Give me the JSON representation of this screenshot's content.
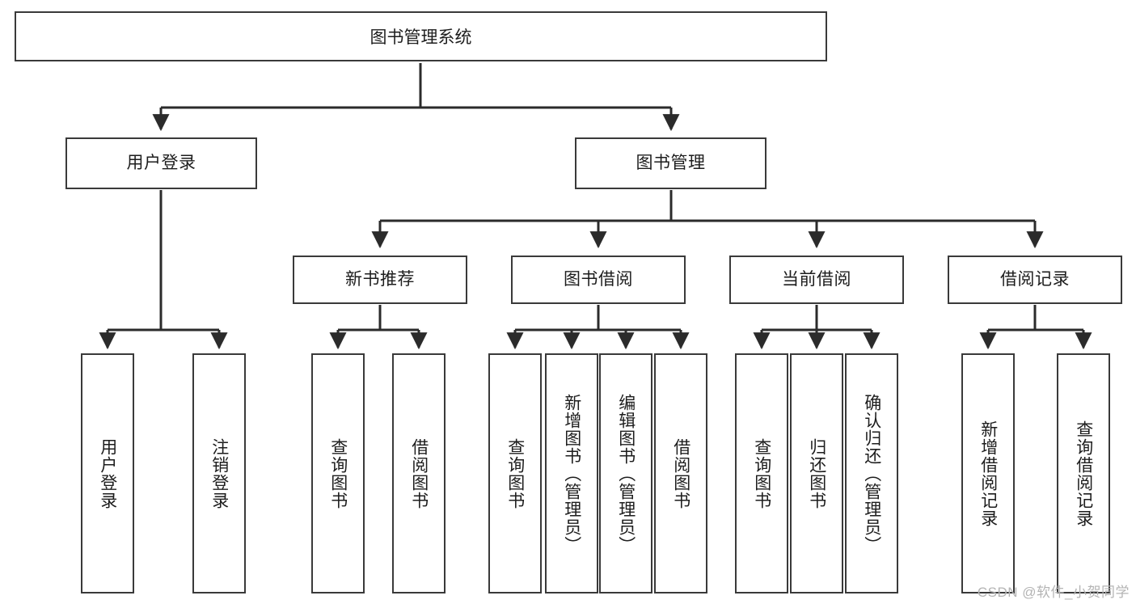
{
  "diagram": {
    "title": "图书管理系统",
    "type": "tree",
    "colors": {
      "box_border": "#3a3a3a",
      "box_fill": "#ffffff",
      "edge": "#2b2b2b",
      "text": "#1d1d1d",
      "watermark": "#b4b4b4",
      "background": "#ffffff"
    },
    "nodes": {
      "root": {
        "label": "图书管理系统"
      },
      "level2": [
        {
          "label": "用户登录"
        },
        {
          "label": "图书管理"
        }
      ],
      "level3": [
        {
          "label": "新书推荐"
        },
        {
          "label": "图书借阅"
        },
        {
          "label": "当前借阅"
        },
        {
          "label": "借阅记录"
        }
      ],
      "leaves": {
        "user_login": [
          {
            "label": "用户登录"
          },
          {
            "label": "注销登录"
          }
        ],
        "new_book_recommend": [
          {
            "label": "查询图书"
          },
          {
            "label": "借阅图书"
          }
        ],
        "book_borrow": [
          {
            "label": "查询图书"
          },
          {
            "label": "新增图书（管理员）"
          },
          {
            "label": "编辑图书（管理员）"
          },
          {
            "label": "借阅图书"
          }
        ],
        "current_borrow": [
          {
            "label": "查询图书"
          },
          {
            "label": "归还图书"
          },
          {
            "label": "确认归还（管理员）"
          }
        ],
        "borrow_record": [
          {
            "label": "新增借阅记录"
          },
          {
            "label": "查询借阅记录"
          }
        ]
      }
    }
  },
  "watermark": {
    "text": "CSDN @软件_小贺同学"
  }
}
